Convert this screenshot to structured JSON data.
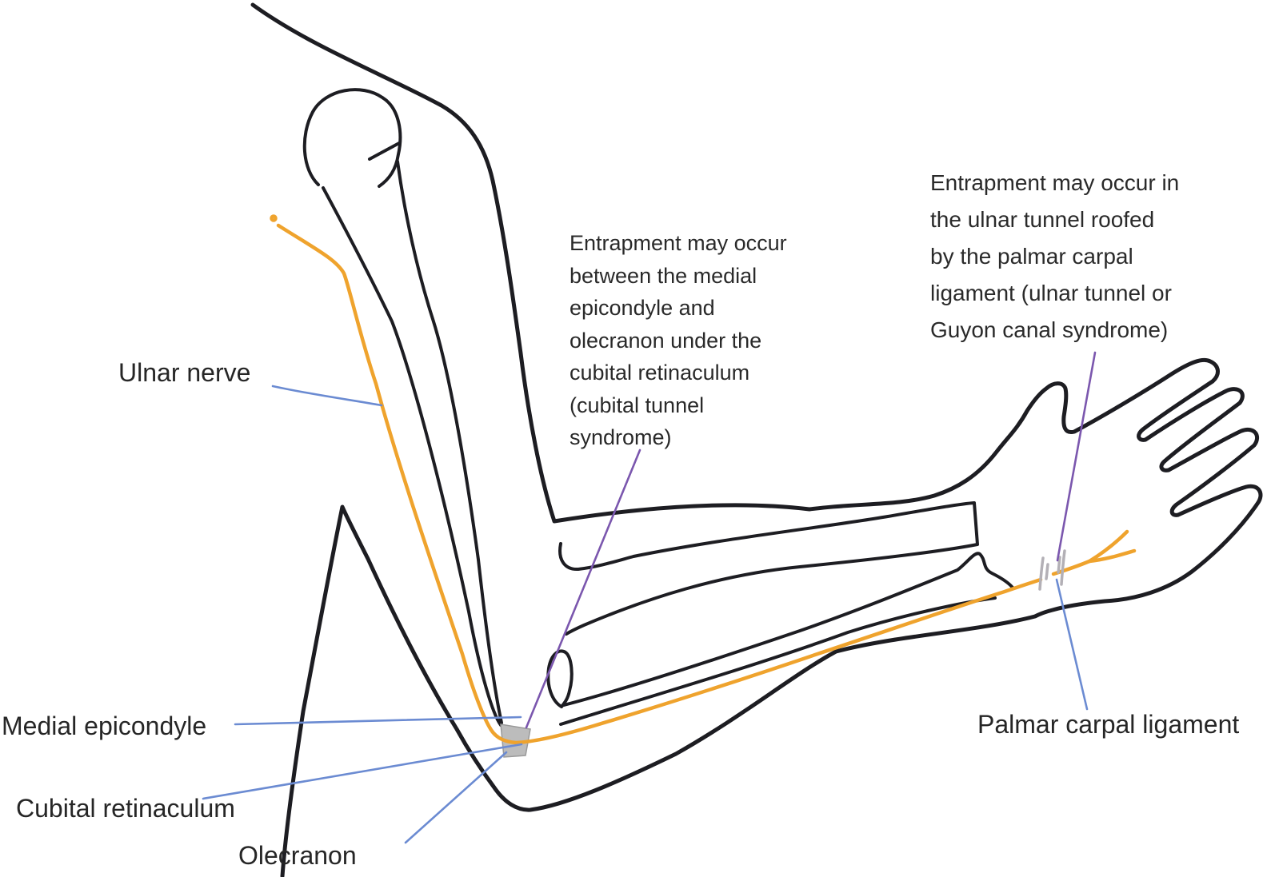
{
  "labels": {
    "ulnar_nerve": "Ulnar nerve",
    "medial_epicondyle": "Medial epicondyle",
    "cubital_retinaculum": "Cubital retinaculum",
    "olecranon": "Olecranon",
    "palmar_carpal_ligament": "Palmar carpal ligament"
  },
  "annotations": {
    "cubital_tunnel": {
      "lines": [
        "Entrapment may occur",
        "between the medial",
        "epicondyle and",
        "olecranon under the",
        "cubital retinaculum",
        "(cubital tunnel",
        "syndrome)"
      ]
    },
    "guyon_canal": {
      "lines": [
        "Entrapment may occur in",
        "the ulnar tunnel roofed",
        "by the palmar carpal",
        "ligament (ulnar tunnel or",
        "Guyon canal syndrome)"
      ]
    }
  },
  "colors": {
    "background": "#FFFFFF",
    "sketch_outline": "#1D1D22",
    "ulnar_nerve_yellow": "#EFA32D",
    "annotation_leader_purple": "#7B57AE",
    "label_leader_blue": "#6B8BD2",
    "retinaculum_gray": "#BCBCBC"
  }
}
